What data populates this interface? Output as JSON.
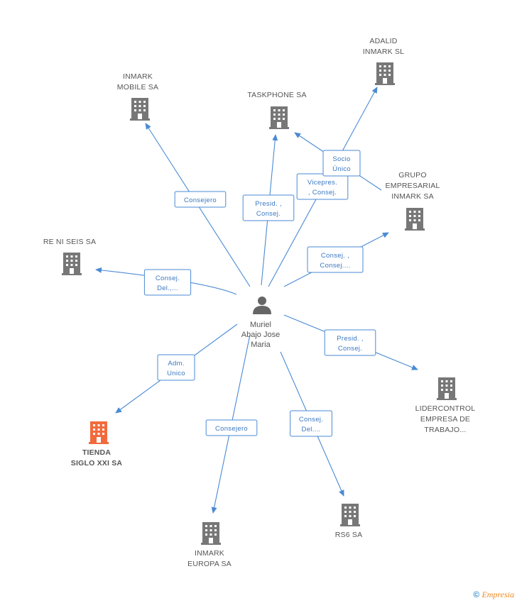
{
  "colors": {
    "edge": "#4a8ad4",
    "building": "#777777",
    "building_highlight": "#f26a3c",
    "person": "#666666",
    "brand": "#f08a24"
  },
  "center": {
    "name_lines": [
      "Muriel",
      "Abajo Jose",
      "Maria"
    ],
    "icon": "person-icon"
  },
  "companies": [
    {
      "id": "inmark-mobile",
      "lines": [
        "INMARK",
        "MOBILE SA"
      ],
      "highlight": false
    },
    {
      "id": "taskphone",
      "lines": [
        "TASKPHONE SA"
      ],
      "highlight": false
    },
    {
      "id": "adalid",
      "lines": [
        "ADALID",
        "INMARK  SL"
      ],
      "highlight": false
    },
    {
      "id": "grupo",
      "lines": [
        "GRUPO",
        "EMPRESARIAL",
        "INMARK SA"
      ],
      "highlight": false
    },
    {
      "id": "reniseis",
      "lines": [
        "RE NI SEIS SA"
      ],
      "highlight": false
    },
    {
      "id": "lidercontrol",
      "lines": [
        "LIDERCONTROL",
        "EMPRESA DE",
        "TRABAJO..."
      ],
      "highlight": false
    },
    {
      "id": "tienda",
      "lines": [
        "TIENDA",
        "SIGLO XXI SA"
      ],
      "highlight": true
    },
    {
      "id": "rs6",
      "lines": [
        "RS6 SA"
      ],
      "highlight": false
    },
    {
      "id": "inmark-europa",
      "lines": [
        "INMARK",
        "EUROPA SA"
      ],
      "highlight": false
    }
  ],
  "edges": [
    {
      "to": "inmark-mobile",
      "lines": [
        "Consejero"
      ]
    },
    {
      "to": "taskphone",
      "lines": [
        "Presid. ,",
        "Consej."
      ]
    },
    {
      "to": "adalid",
      "lines": [
        "Vicepres.",
        ", Consej."
      ]
    },
    {
      "to": "taskphone-grupo",
      "lines": [
        "Socio",
        "Único"
      ]
    },
    {
      "to": "grupo",
      "lines": [
        "Consej. ,",
        "Consej...."
      ]
    },
    {
      "to": "reniseis",
      "lines": [
        "Consej.",
        "Del.,..."
      ]
    },
    {
      "to": "lidercontrol",
      "lines": [
        "Presid. ,",
        "Consej."
      ]
    },
    {
      "to": "tienda",
      "lines": [
        "Adm.",
        "Unico"
      ]
    },
    {
      "to": "inmark-europa",
      "lines": [
        "Consejero"
      ]
    },
    {
      "to": "rs6",
      "lines": [
        "Consej.",
        "Del...."
      ]
    }
  ],
  "footer": {
    "copyright": "©",
    "brand": "Empresia"
  }
}
